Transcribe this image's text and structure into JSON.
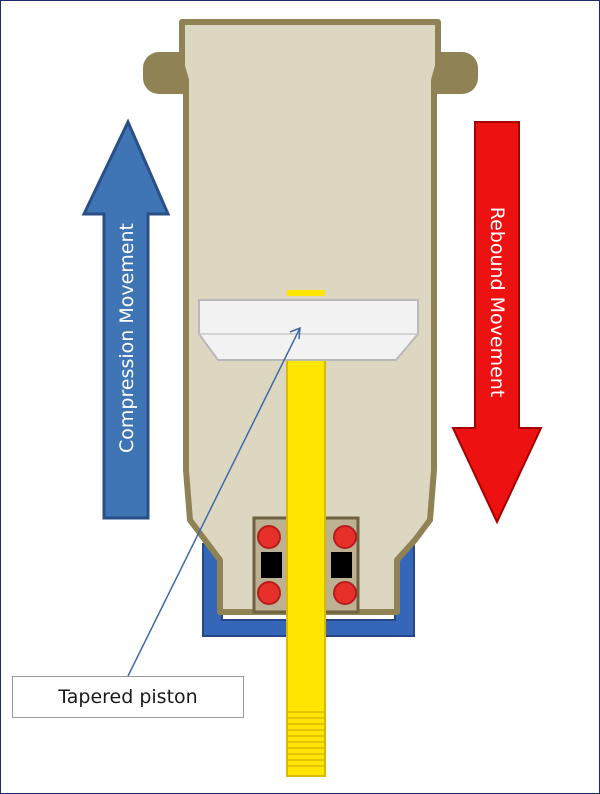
{
  "arrows": {
    "compression": {
      "label": "Compression Movement",
      "color": "#3f74b5"
    },
    "rebound": {
      "label": "Rebound Movement",
      "color": "#ee1111"
    }
  },
  "callout": {
    "label": "Tapered piston"
  },
  "colors": {
    "body_fill": "#ddd7c2",
    "body_outline": "#8f8355",
    "piston": "#f2f2f2",
    "rod": "#ffe600",
    "seal_cup": "#3566b8",
    "o_ring": "#e8302a",
    "seal_core": "#000000"
  }
}
